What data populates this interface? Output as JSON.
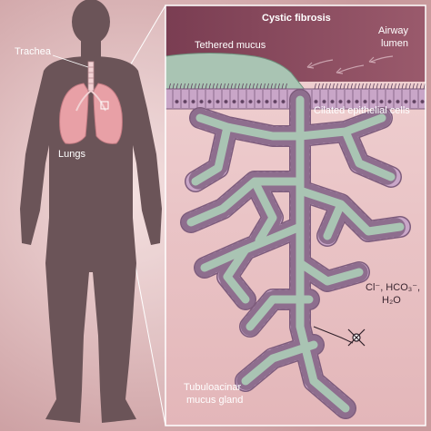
{
  "figure": {
    "title": "Cystic fibrosis",
    "labels": {
      "trachea": "Trachea",
      "lungs": "Lungs",
      "tethered_mucus": "Tethered mucus",
      "airway_lumen_line1": "Airway",
      "airway_lumen_line2": "lumen",
      "ciliated_cells": "Cilated epithelial cells",
      "ions_line1": "Cl⁻, HCO₃⁻,",
      "ions_line2": "H₂O",
      "gland_line1": "Tubuloacinar",
      "gland_line2": "mucus gland"
    }
  },
  "colors": {
    "background": "#d9b3b3",
    "silhouette": "#6b5458",
    "lung": "#e8a0a6",
    "tissue": "#e7c3c6",
    "lumen": "#8e4f62",
    "mucus": "#a9c4b3",
    "cell": "#c9a6c8",
    "cell_outline": "#7d5c7c",
    "nucleus": "#5c3f5e"
  },
  "icons": [
    "blocked-channel-icon",
    "flow-arrow-icon"
  ]
}
